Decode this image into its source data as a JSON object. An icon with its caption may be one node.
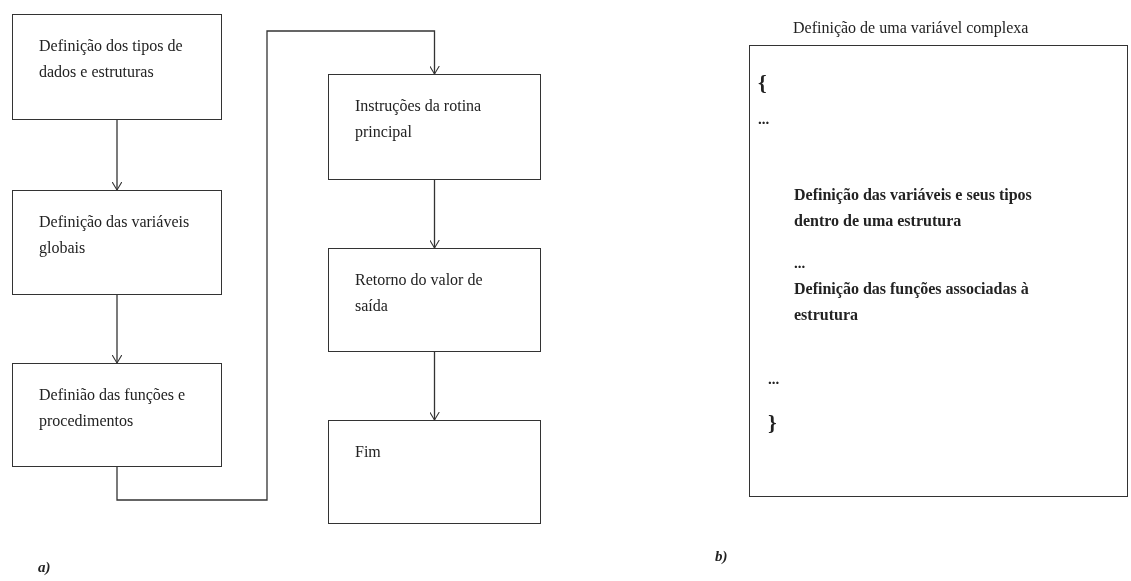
{
  "diagram": {
    "nodes": [
      {
        "text": [
          "Definição dos tipos de dados e estruturas"
        ]
      },
      {
        "text": [
          "Definição das variáveis globais"
        ]
      },
      {
        "text": [
          "Definião das funções e procedimentos"
        ]
      },
      {
        "text": [
          "Instruções da rotina principal"
        ]
      },
      {
        "text": [
          "Retorno do valor de saída"
        ]
      },
      {
        "text": [
          "Fim"
        ]
      },
      {
        "text": [
          "Definição de uma variável complexa",
          "{",
          "...",
          "Definição das variáveis e seus tipos dentro de uma estrutura",
          "...",
          "Definição das funções associadas à estrutura",
          "...",
          "}"
        ]
      }
    ],
    "edges": [
      {
        "from": 0,
        "to": 1,
        "arrow": "to"
      },
      {
        "from": 1,
        "to": 2,
        "arrow": "to"
      },
      {
        "from": 2,
        "to": 3,
        "arrow": "to"
      },
      {
        "from": 3,
        "to": 4,
        "arrow": "to"
      },
      {
        "from": 4,
        "to": 5,
        "arrow": "to"
      }
    ],
    "labels": [
      "a)",
      "b)"
    ]
  }
}
